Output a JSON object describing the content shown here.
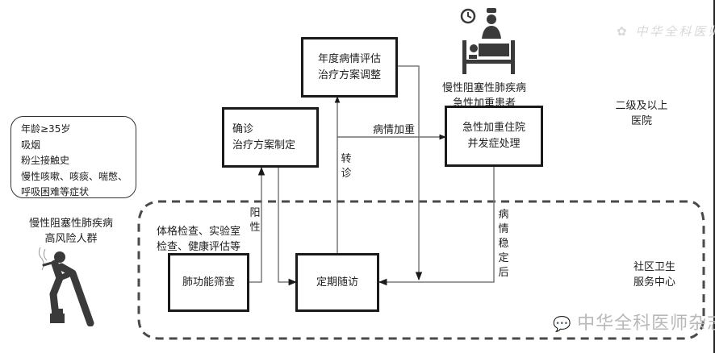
{
  "diagram": {
    "colors": {
      "box_border": "#1a1a1a",
      "line": "#7a7a7a",
      "dashed_region": "#4a4a4a",
      "icon": "#3a3a3a",
      "watermark": "#b8b8b8"
    },
    "risk_factors": {
      "items": [
        "年龄≥35岁",
        "吸烟",
        "粉尘接触史",
        "慢性咳嗽、咳痰、喘憋、",
        "呼吸困难等症状"
      ]
    },
    "high_risk_group": {
      "lines": [
        "慢性阻塞性肺疾病",
        "高风险人群"
      ],
      "icon": "smoking-person-icon"
    },
    "inpatient_group": {
      "lines": [
        "慢性阻塞性肺疾病",
        "急性加重患者"
      ],
      "icon": "hospital-bed-nurse-icon"
    },
    "regions": {
      "hospital": [
        "二级及以上",
        "医院"
      ],
      "community": [
        "社区卫生",
        "服务中心"
      ]
    },
    "boxes": {
      "annual": [
        "年度病情评估",
        "治疗方案调整"
      ],
      "diagnosis": [
        "确诊",
        "治疗方案制定"
      ],
      "acute": [
        "急性加重住院",
        "并发症处理"
      ],
      "screening": [
        "肺功能筛查"
      ],
      "followup": [
        "定期随访"
      ]
    },
    "screening_note": [
      "体格检查、实验室",
      "检查、健康评估等"
    ],
    "edge_labels": {
      "positive": [
        "阳",
        "性"
      ],
      "referral": [
        "转",
        "诊"
      ],
      "worsening": "病情加重",
      "stable": [
        "病",
        "情",
        "稳",
        "定",
        "后"
      ]
    },
    "watermarks": {
      "top": "中华全科医师",
      "bottom": "中华全科医师杂志"
    }
  }
}
